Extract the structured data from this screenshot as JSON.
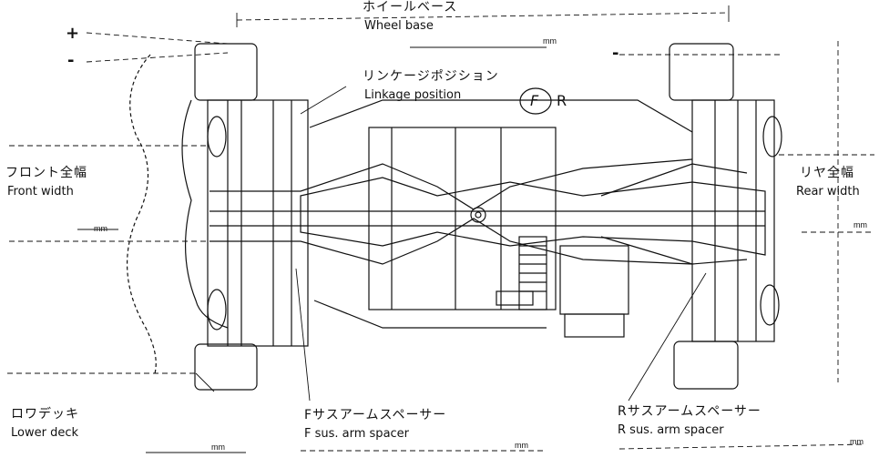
{
  "labels": {
    "wheelbase_jp": "ホイールベース",
    "wheelbase_en": "Wheel base",
    "linkage_jp": "リンケージポジション",
    "linkage_en": "Linkage position",
    "front_width_jp": "フロント全幅",
    "front_width_en": "Front width",
    "rear_width_jp": "リヤ全幅",
    "rear_width_en": "Rear width",
    "lower_deck_jp": "ロワデッキ",
    "lower_deck_en": "Lower deck",
    "f_spacer_jp": "Fサスアームスペーサー",
    "f_spacer_en": "F sus. arm spacer",
    "r_spacer_jp": "Rサスアームスペーサー",
    "r_spacer_en": "R sus. arm spacer"
  },
  "linkage_options": {
    "f": "F",
    "r": "R"
  },
  "signs": {
    "plus": "+",
    "minus": "-"
  },
  "unit": "mm"
}
